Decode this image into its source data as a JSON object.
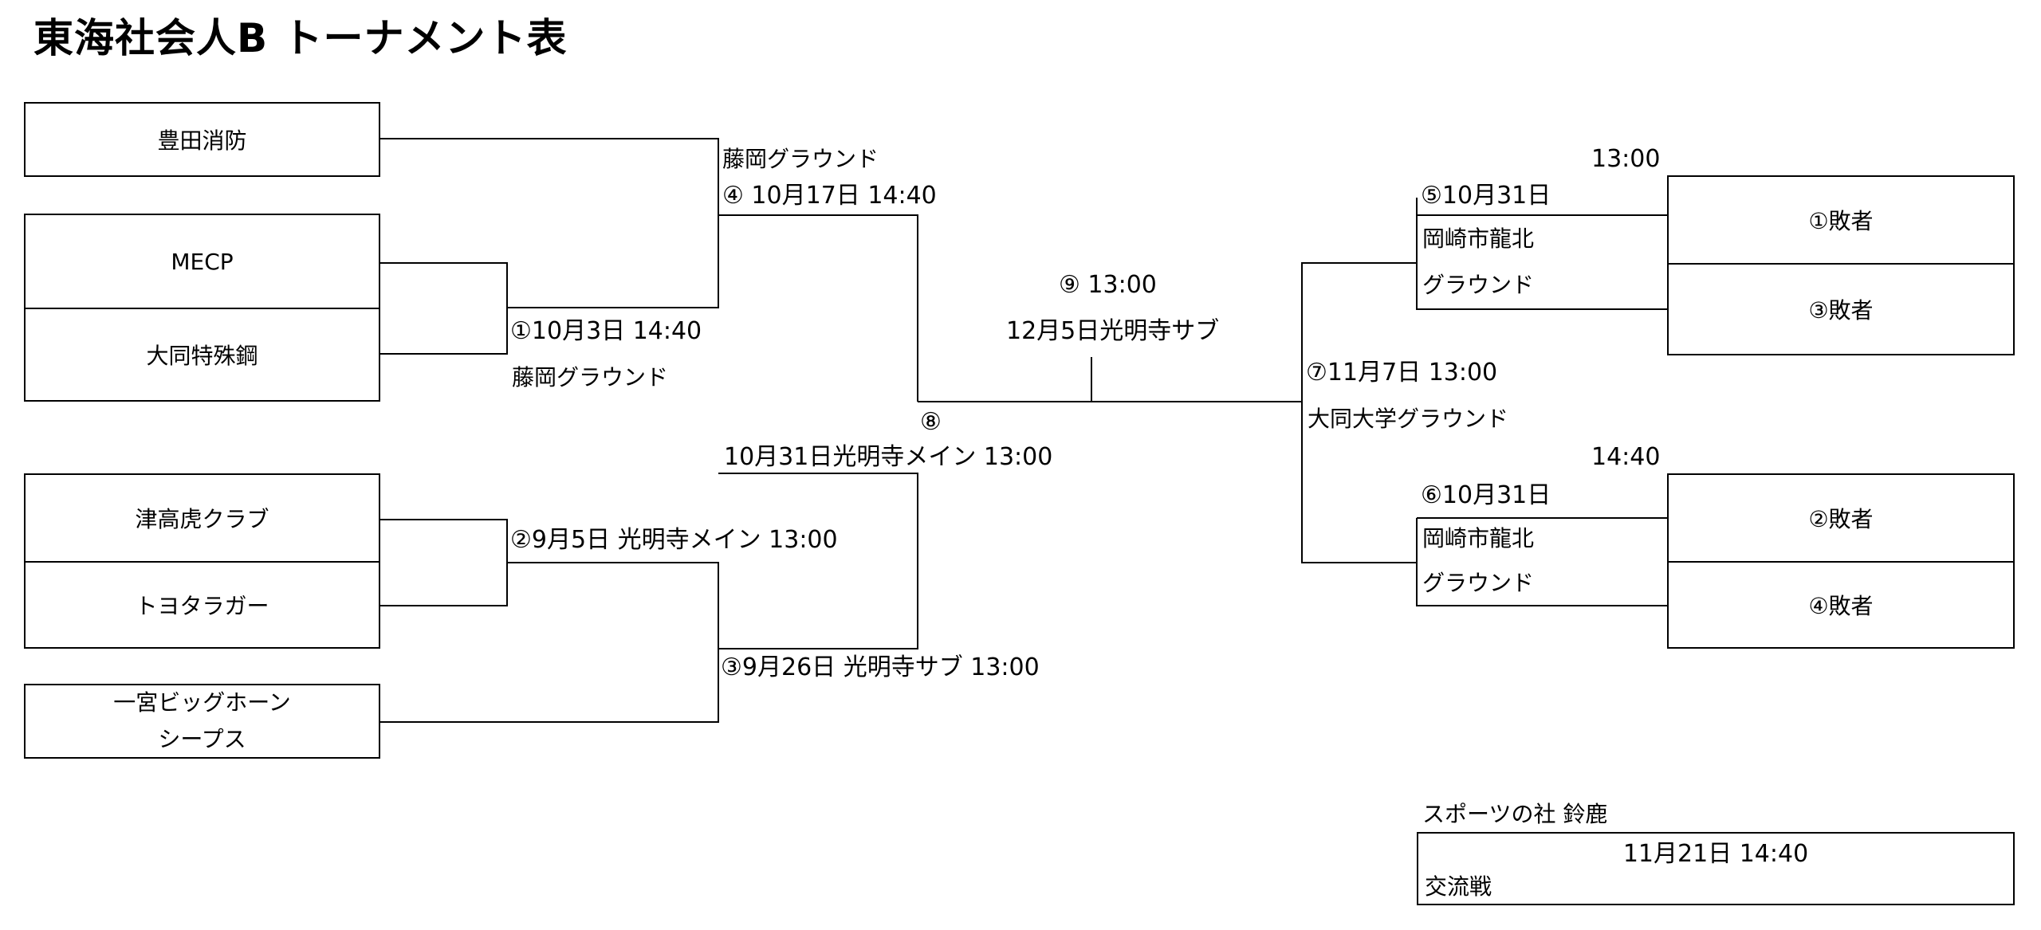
{
  "title": "東海社会人B トーナメント表",
  "teams": {
    "toyota_shobo": "豊田消防",
    "mecp": "MECP",
    "daido_tokushuko": "大同特殊鋼",
    "tsu_takatora": "津高虎クラブ",
    "toyota_rugger": "トヨタラガー",
    "ichinomiya_line1": "一宮ビッグホーン",
    "ichinomiya_line2": "シープス"
  },
  "losers": {
    "l1": "①敗者",
    "l3": "③敗者",
    "l2": "②敗者",
    "l4": "④敗者"
  },
  "matches": {
    "m1_line1": "①10月3日 14:40",
    "m1_line2": "藤岡グラウンド",
    "m2": "②9月5日  光明寺メイン 13:00",
    "m3": "③9月26日  光明寺サブ  13:00",
    "m4_line1": "藤岡グラウンド",
    "m4_line2": "④ 10月17日 14:40",
    "m8_num": "⑧",
    "m8_line": "10月31日光明寺メイン 13:00",
    "m9_line1": "⑨ 13:00",
    "m9_line2": "12月5日光明寺サブ",
    "m7_line1": "⑦11月7日 13:00",
    "m7_line2": "大同大学グラウンド",
    "m5_time": "13:00",
    "m5_date": "⑤10月31日",
    "m5_venue1": "岡崎市龍北",
    "m5_venue2": "グラウンド",
    "m6_time": "14:40",
    "m6_date": "⑥10月31日",
    "m6_venue1": "岡崎市龍北",
    "m6_venue2": "グラウンド"
  },
  "exchange": {
    "venue": "スポーツの社 鈴鹿",
    "datetime": "11月21日  14:40",
    "label": "交流戦"
  }
}
